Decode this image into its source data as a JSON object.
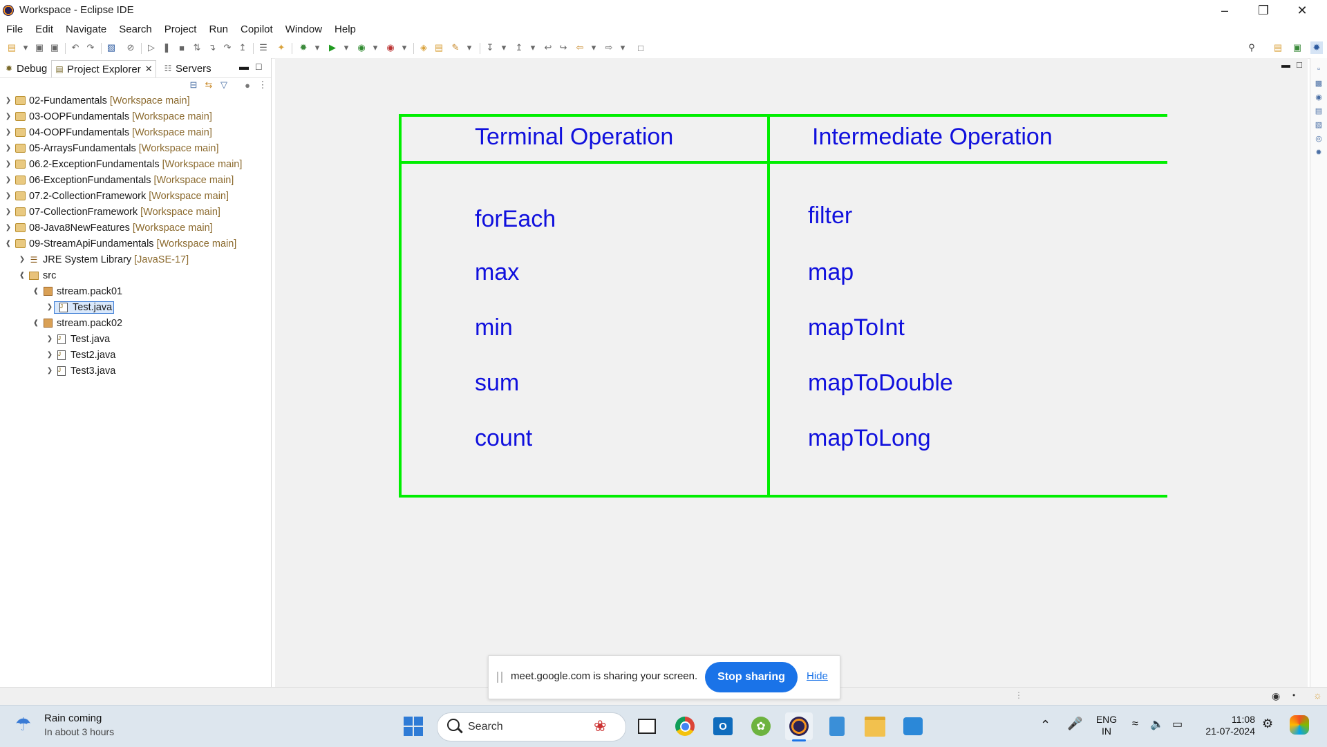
{
  "window": {
    "title": "Workspace - Eclipse IDE"
  },
  "menu": [
    "File",
    "Edit",
    "Navigate",
    "Search",
    "Project",
    "Run",
    "Copilot",
    "Window",
    "Help"
  ],
  "left_panel": {
    "tabs": [
      {
        "label": "Debug",
        "icon": "debug-icon"
      },
      {
        "label": "Project Explorer",
        "icon": "project-explorer-icon"
      },
      {
        "label": "Servers",
        "icon": "servers-icon"
      }
    ],
    "tree": [
      {
        "label": "02-Fundamentals",
        "deco": "[Workspace main]"
      },
      {
        "label": "03-OOPFundamentals",
        "deco": "[Workspace main]"
      },
      {
        "label": "04-OOPFundamentals",
        "deco": "[Workspace main]"
      },
      {
        "label": "05-ArraysFundamentals",
        "deco": "[Workspace main]"
      },
      {
        "label": "06.2-ExceptionFundamentals",
        "deco": "[Workspace main]"
      },
      {
        "label": "06-ExceptionFundamentals",
        "deco": "[Workspace main]"
      },
      {
        "label": "07.2-CollectionFramework",
        "deco": "[Workspace main]"
      },
      {
        "label": "07-CollectionFramework",
        "deco": "[Workspace main]"
      },
      {
        "label": "08-Java8NewFeatures",
        "deco": "[Workspace main]"
      },
      {
        "label": "09-StreamApiFundamentals",
        "deco": "[Workspace main]"
      },
      {
        "label": "JRE System Library",
        "deco": "[JavaSE-17]"
      },
      {
        "label": "src",
        "deco": ""
      },
      {
        "label": "stream.pack01",
        "deco": ""
      },
      {
        "label": "Test.java",
        "deco": ""
      },
      {
        "label": "stream.pack02",
        "deco": ""
      },
      {
        "label": "Test.java",
        "deco": ""
      },
      {
        "label": "Test2.java",
        "deco": ""
      },
      {
        "label": "Test3.java",
        "deco": ""
      }
    ]
  },
  "diagram": {
    "headers": [
      "Terminal Operation",
      "Intermediate Operation"
    ],
    "terminal_ops": [
      "forEach",
      "max",
      "min",
      "sum",
      "count"
    ],
    "intermediate_ops": [
      "filter",
      "map",
      "mapToInt",
      "mapToDouble",
      "mapToLong"
    ],
    "line_color": "#00ee00",
    "text_color": "#1010dd"
  },
  "share_bar": {
    "message": "meet.google.com is sharing your screen.",
    "stop_label": "Stop sharing",
    "hide_label": "Hide"
  },
  "taskbar": {
    "weather_title": "Rain coming",
    "weather_sub": "In about 3 hours",
    "search_label": "Search",
    "lang_top": "ENG",
    "lang_bottom": "IN",
    "time": "11:08",
    "date": "21-07-2024"
  }
}
